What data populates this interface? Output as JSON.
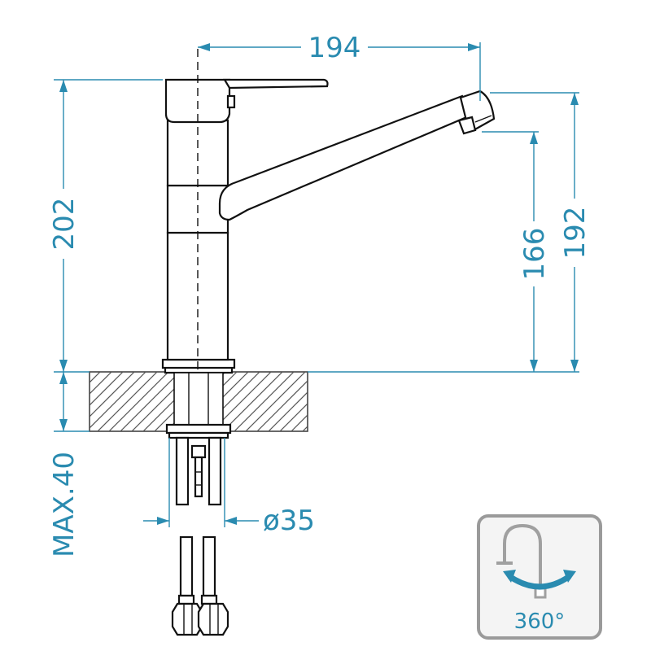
{
  "dimensions": {
    "total_reach": "194",
    "overall_height": "202",
    "spout_total_height": "192",
    "spout_clearance": "166",
    "max_deck_thickness": "MAX.40",
    "base_diameter": "ø35"
  },
  "badge": {
    "rotation_label": "360°",
    "icon": "swivel-spout-icon"
  },
  "colors": {
    "dimension": "#2a8bb0",
    "outline": "#111111",
    "badge_border": "#9a9a9a",
    "badge_bg": "#f4f4f4"
  }
}
